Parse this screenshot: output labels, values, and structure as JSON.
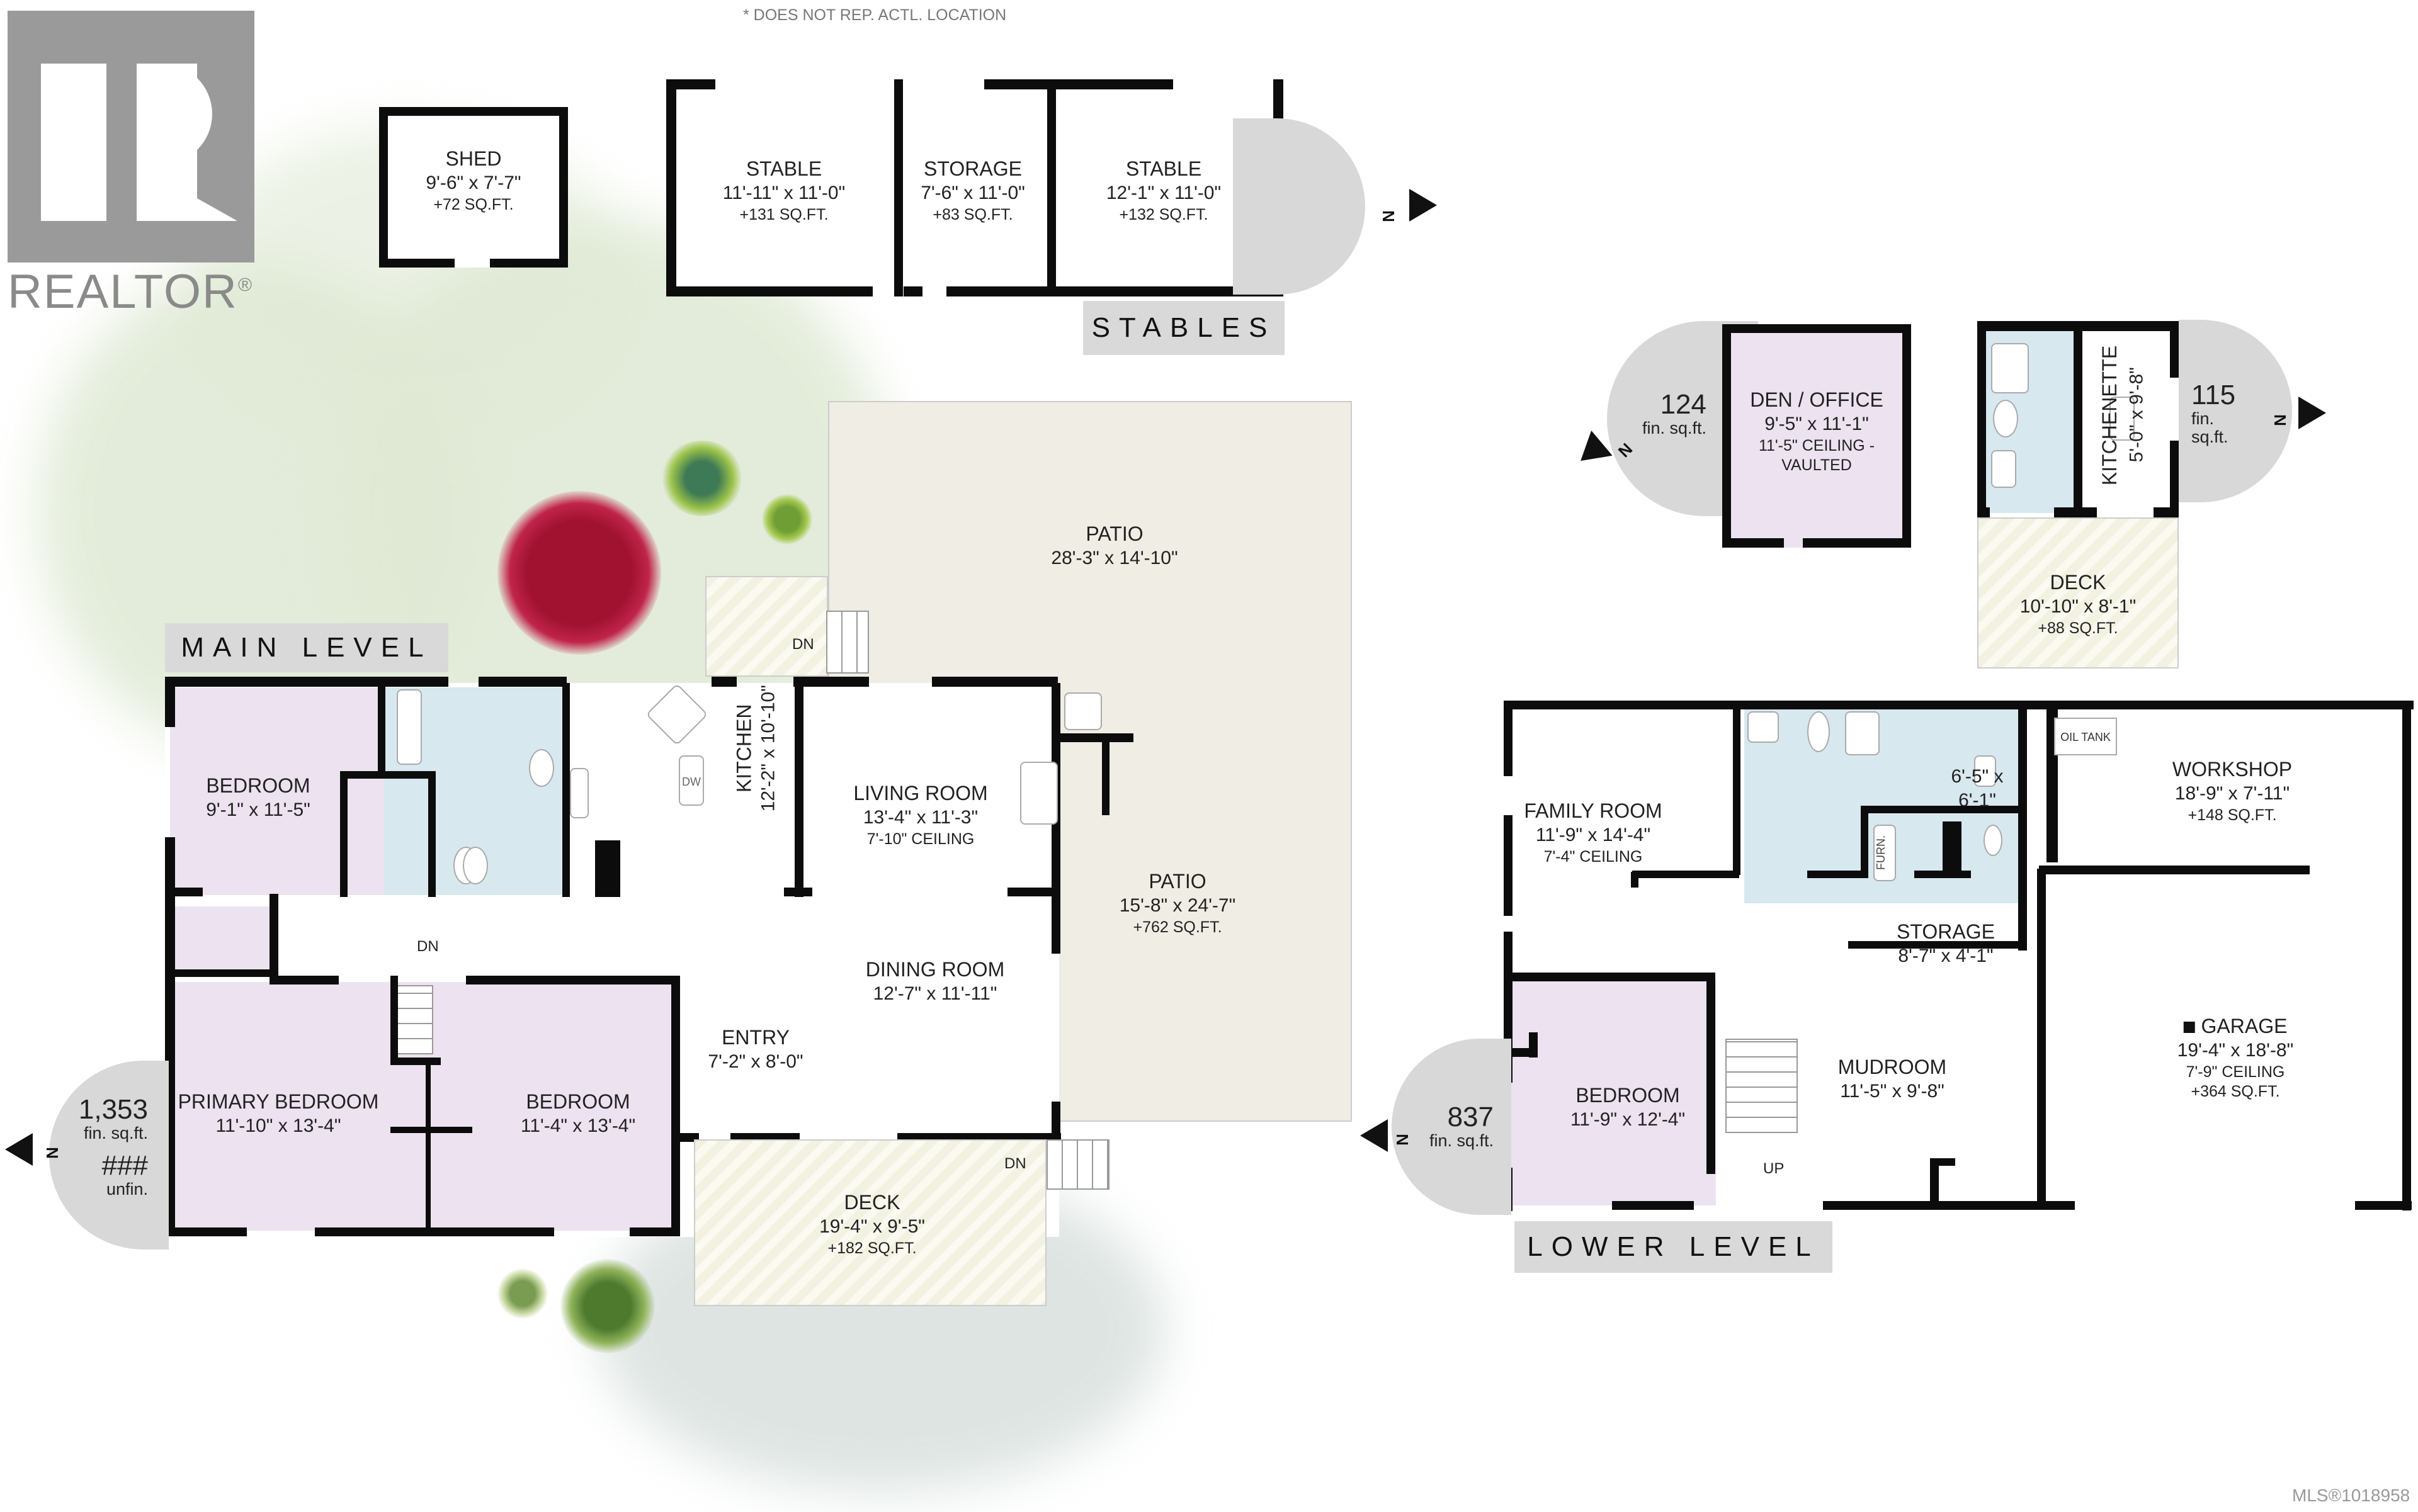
{
  "header": {
    "disclaimer": "* DOES NOT REP. ACTL. LOCATION"
  },
  "logo": {
    "text": "REALTOR",
    "mark": "®"
  },
  "footer": {
    "mls": "MLS®1018958"
  },
  "colors": {
    "wall": "#0c0c0c",
    "bedroom": "#ece2f0",
    "bath": "#d7e8ef",
    "patio": "#efede4",
    "deck": "#f2f1e2",
    "badge": "#d8d8d8",
    "lawn": "#dfe9d4",
    "tree_red": "#b0163a",
    "tree_green": "#7fae3a"
  },
  "outbuildings": {
    "shed": {
      "name": "SHED",
      "dims": "9'-6\" x 7'-7\"",
      "area": "+72 SQ.FT."
    },
    "stables_tag": "STABLES",
    "stable1": {
      "name": "STABLE",
      "dims": "11'-11\" x 11'-0\"",
      "area": "+131 SQ.FT."
    },
    "storage": {
      "name": "STORAGE",
      "dims": "7'-6\" x 11'-0\"",
      "area": "+83 SQ.FT."
    },
    "stable2": {
      "name": "STABLE",
      "dims": "12'-1\" x 11'-0\"",
      "area": "+132 SQ.FT."
    },
    "north": "N"
  },
  "den": {
    "name": "DEN / OFFICE",
    "dims": "9'-5\" x 11'-1\"",
    "ceiling": "11'-5\" CEILING -",
    "ceiling2": "VAULTED",
    "badge_num": "124",
    "badge_unit": "fin. sq.ft.",
    "north": "N"
  },
  "kitchenette": {
    "name": "KITCHENETTE",
    "dims": "5'-0\" x 9'-8\"",
    "badge_num": "115",
    "badge_unit": "fin. sq.ft.",
    "north": "N",
    "deck": {
      "name": "DECK",
      "dims": "10'-10\" x 8'-1\"",
      "area": "+88 SQ.FT."
    }
  },
  "main": {
    "tag": "MAIN LEVEL",
    "badge": {
      "num": "1,353",
      "unit": "fin. sq.ft.",
      "unfin_num": "###",
      "unfin_unit": "unfin.",
      "north": "N"
    },
    "bedroom1": {
      "name": "BEDROOM",
      "dims": "9'-1\" x 11'-5\""
    },
    "kitchen": {
      "name": "KITCHEN",
      "dims": "12'-2\" x 10'-10\""
    },
    "dw": "DW",
    "living": {
      "name": "LIVING ROOM",
      "dims": "13'-4\" x 11'-3\"",
      "ceiling": "7'-10\" CEILING"
    },
    "dining": {
      "name": "DINING ROOM",
      "dims": "12'-7\" x 11'-11\""
    },
    "entry": {
      "name": "ENTRY",
      "dims": "7'-2\" x 8'-0\""
    },
    "primary": {
      "name": "PRIMARY BEDROOM",
      "dims": "11'-10\" x 13'-4\""
    },
    "bedroom2": {
      "name": "BEDROOM",
      "dims": "11'-4\" x 13'-4\""
    },
    "patio_top": {
      "name": "PATIO",
      "dims": "28'-3\" x 14'-10\""
    },
    "patio_side": {
      "name": "PATIO",
      "dims": "15'-8\" x 24'-7\"",
      "area": "+762 SQ.FT."
    },
    "deck": {
      "name": "DECK",
      "dims": "19'-4\" x 9'-5\"",
      "area": "+182 SQ.FT."
    },
    "dn1": "DN",
    "dn2": "DN",
    "dn3": "DN"
  },
  "lower": {
    "tag": "LOWER LEVEL",
    "badge": {
      "num": "837",
      "unit": "fin. sq.ft.",
      "north": "N"
    },
    "family": {
      "name": "FAMILY ROOM",
      "dims": "11'-9\" x 14'-4\"",
      "ceiling": "7'-4\" CEILING"
    },
    "bath": {
      "dims1": "6'-5\" x",
      "dims2": "6'-1\""
    },
    "storage": {
      "name": "STORAGE",
      "dims": "8'-7\" x 4'-1\""
    },
    "furn": "FURN.",
    "oil_tank": "OIL TANK",
    "workshop": {
      "name": "WORKSHOP",
      "dims": "18'-9\" x 7'-11\"",
      "area": "+148 SQ.FT."
    },
    "garage": {
      "name": "GARAGE",
      "dims": "19'-4\" x 18'-8\"",
      "ceiling": "7'-9\" CEILING",
      "area": "+364 SQ.FT."
    },
    "bedroom": {
      "name": "BEDROOM",
      "dims": "11'-9\" x 12'-4\""
    },
    "mudroom": {
      "name": "MUDROOM",
      "dims": "11'-5\" x 9'-8\""
    },
    "up": "UP"
  }
}
